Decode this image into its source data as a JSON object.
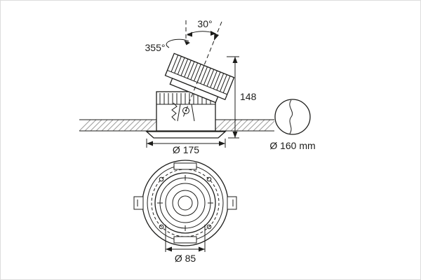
{
  "drawing": {
    "kind": "luminaire-dimension-drawing",
    "labels": {
      "rotation": "355°",
      "tilt": "30°",
      "height": "148",
      "trim_diameter": "Ø 175",
      "cutout_diameter": "Ø 160 mm",
      "inner_diameter": "Ø 85"
    }
  },
  "colors": {
    "line": "#1d1d1b",
    "hatch": "#9d9d9c",
    "background": "#ffffff"
  }
}
